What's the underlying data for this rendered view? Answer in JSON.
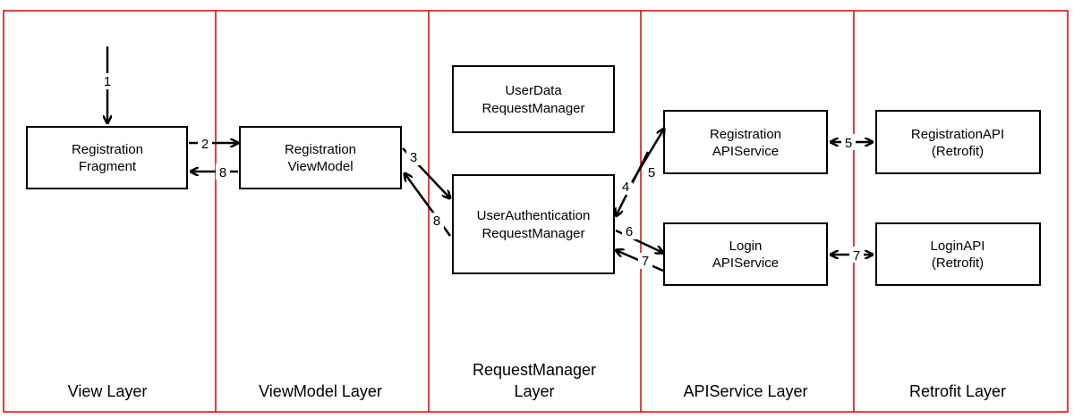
{
  "colors": {
    "divider": "#e00000",
    "ink": "#000000",
    "background": "#ffffff"
  },
  "layers": [
    {
      "name": "view",
      "label": "View Layer"
    },
    {
      "name": "viewmodel",
      "label": "ViewModel Layer"
    },
    {
      "name": "requestmanager",
      "label": "RequestManager Layer",
      "label_lines": [
        "RequestManager",
        "Layer"
      ]
    },
    {
      "name": "apiservice",
      "label": "APIService Layer"
    },
    {
      "name": "retrofit",
      "label": "Retrofit Layer"
    }
  ],
  "boxes": {
    "registration_fragment": [
      "Registration",
      "Fragment"
    ],
    "registration_viewmodel": [
      "Registration",
      "ViewModel"
    ],
    "userdata_requestmanager": [
      "UserData",
      "RequestManager"
    ],
    "userauth_requestmanager": [
      "UserAuthentication",
      "RequestManager"
    ],
    "registration_apiservice": [
      "Registration",
      "APIService"
    ],
    "login_apiservice": [
      "Login",
      "APIService"
    ],
    "registration_api": [
      "RegistrationAPI",
      "(Retrofit)"
    ],
    "login_api": [
      "LoginAPI",
      "(Retrofit)"
    ]
  },
  "arrows": {
    "a1": "1",
    "a2": "2",
    "a8_view": "8",
    "a3": "3",
    "a8_vm": "8",
    "a4": "4",
    "a5_up": "5",
    "a6": "6",
    "a7_down": "7",
    "a5_api": "5",
    "a7_api": "7"
  }
}
